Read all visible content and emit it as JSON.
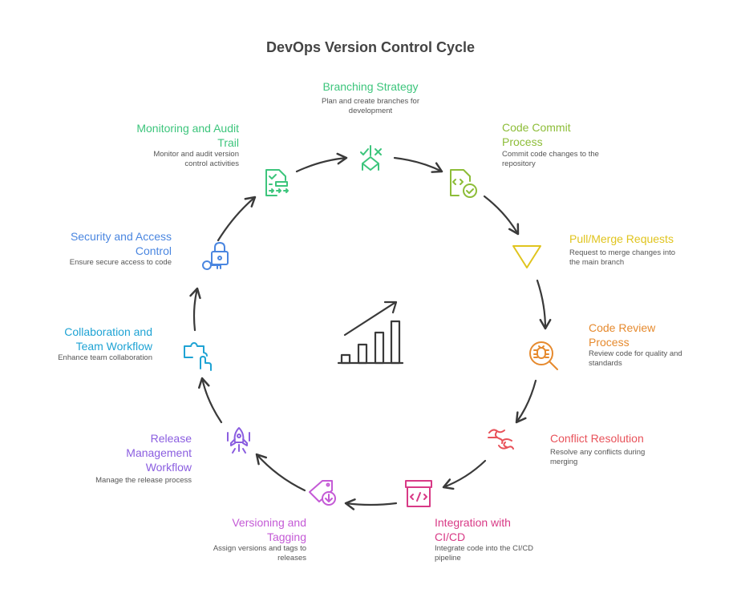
{
  "title": "DevOps Version Control Cycle",
  "colors": {
    "green": "#3dc57c",
    "lime": "#8dbd38",
    "yellow": "#e0c41e",
    "orange": "#e68a2e",
    "red": "#e8525a",
    "pink": "#d83a86",
    "purple": "#c45ad6",
    "violet": "#8b5ee0",
    "cyan": "#1fa3d4",
    "blue": "#4a86e0",
    "arrow": "#3a3a3a"
  },
  "steps": [
    {
      "title_lines": [
        "Branching Strategy"
      ],
      "desc_lines": [
        "Plan and create branches for",
        "development"
      ],
      "icon": "branch-icon"
    },
    {
      "title_lines": [
        "Code Commit",
        "Process"
      ],
      "desc_lines": [
        "Commit code changes to the",
        "repository"
      ],
      "icon": "code-file-check-icon"
    },
    {
      "title_lines": [
        "Pull/Merge Requests"
      ],
      "desc_lines": [
        "Request to merge changes into",
        "the main branch"
      ],
      "icon": "funnel-triangle-icon"
    },
    {
      "title_lines": [
        "Code Review",
        "Process"
      ],
      "desc_lines": [
        "Review code for quality and",
        "standards"
      ],
      "icon": "bug-search-icon"
    },
    {
      "title_lines": [
        "Conflict Resolution"
      ],
      "desc_lines": [
        "Resolve any conflicts during",
        "merging"
      ],
      "icon": "tangled-lines-icon"
    },
    {
      "title_lines": [
        "Integration with",
        "CI/CD"
      ],
      "desc_lines": [
        "Integrate code into the CI/CD",
        "pipeline"
      ],
      "icon": "code-box-icon"
    },
    {
      "title_lines": [
        "Versioning and",
        "Tagging"
      ],
      "desc_lines": [
        "Assign versions and tags to",
        "releases"
      ],
      "icon": "tag-download-icon"
    },
    {
      "title_lines": [
        "Release",
        "Management",
        "Workflow"
      ],
      "desc_lines": [
        "Manage the release process"
      ],
      "icon": "rocket-icon"
    },
    {
      "title_lines": [
        "Collaboration and",
        "Team Workflow"
      ],
      "desc_lines": [
        "Enhance team collaboration"
      ],
      "icon": "puzzle-hand-icon"
    },
    {
      "title_lines": [
        "Security and Access",
        "Control"
      ],
      "desc_lines": [
        "Ensure secure access to code"
      ],
      "icon": "lock-key-icon"
    },
    {
      "title_lines": [
        "Monitoring and Audit",
        "Trail"
      ],
      "desc_lines": [
        "Monitor and audit version",
        "control activities"
      ],
      "icon": "audit-document-icon"
    }
  ],
  "center_icon": "growth-chart-icon"
}
